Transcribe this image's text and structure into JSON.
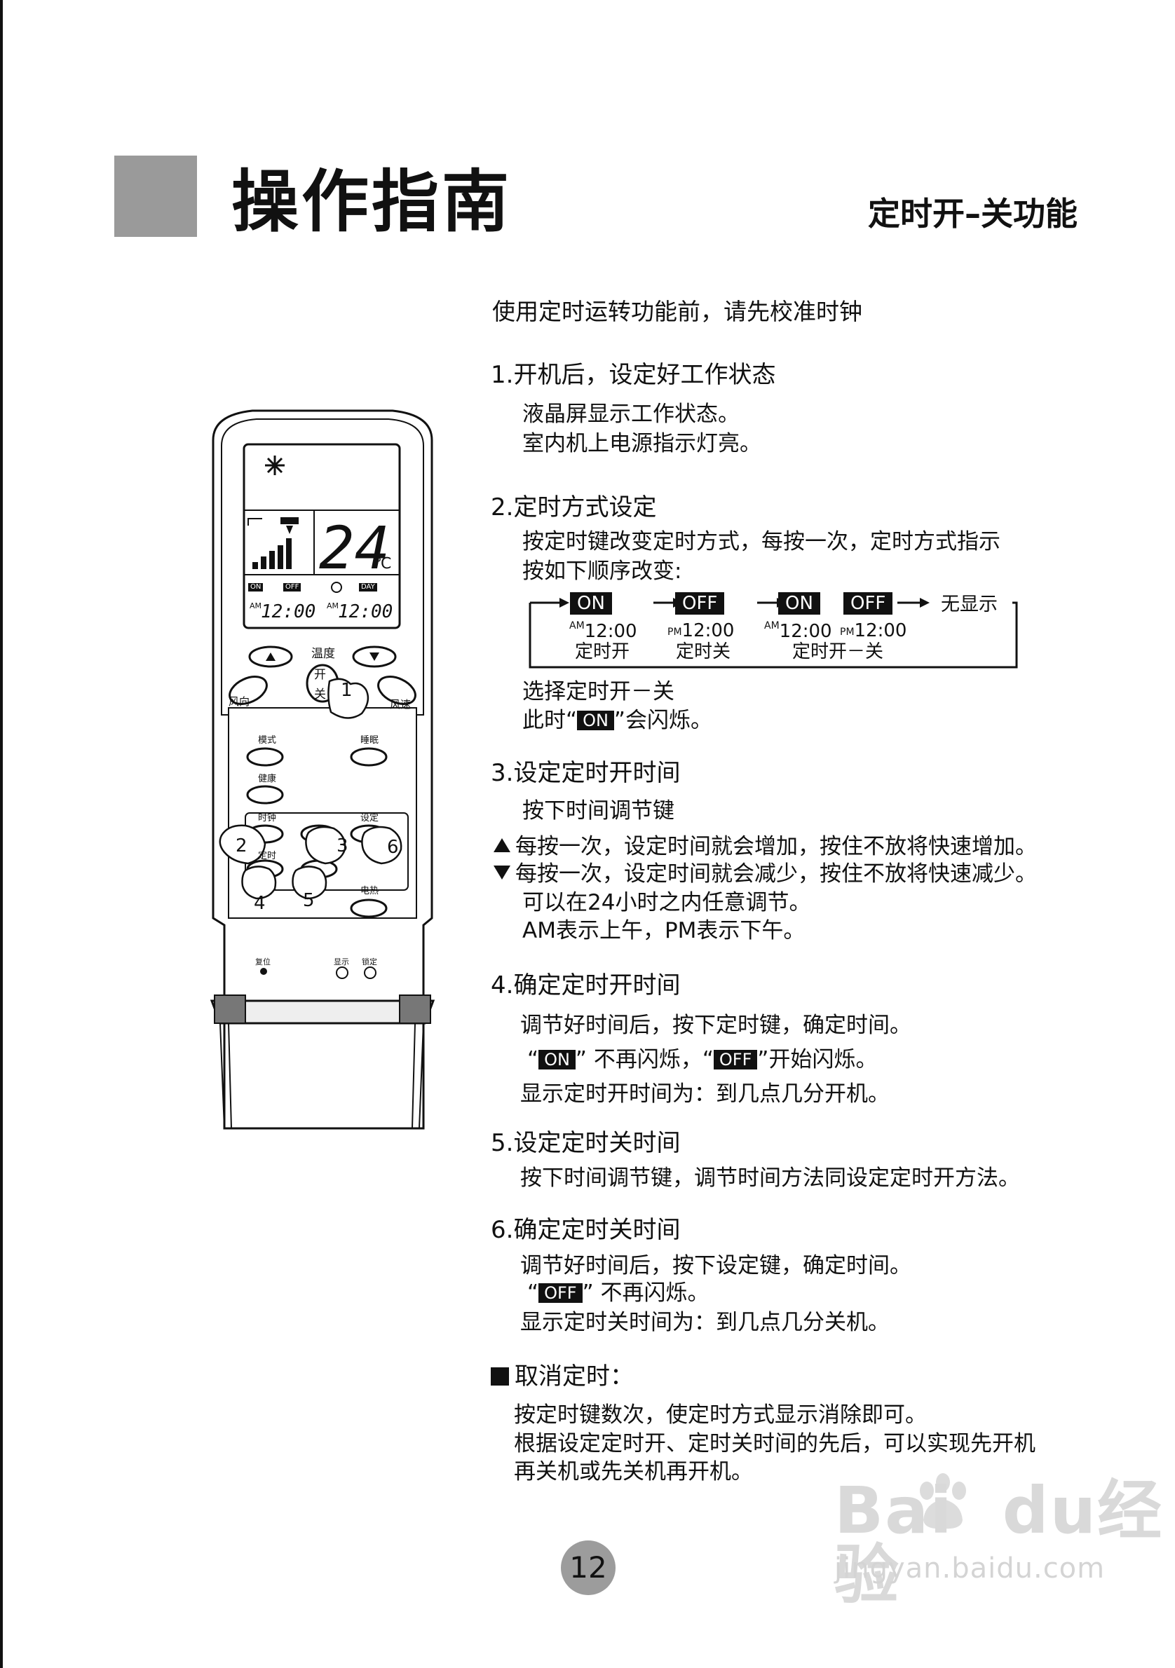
{
  "header": {
    "title": "操作指南",
    "subtitle": "定时开–关功能"
  },
  "intro": "使用定时运转功能前，请先校准时钟",
  "steps": {
    "s1": {
      "heading": "1.开机后，设定好工作状态",
      "lines": [
        "液晶屏显示工作状态。",
        "室内机上电源指示灯亮。"
      ]
    },
    "s2": {
      "heading": "2.定时方式设定",
      "lines": [
        "按定时键改变定时方式，每按一次，定时方式指示",
        "按如下顺序改变:"
      ],
      "sequence": {
        "on": "ON",
        "off": "OFF",
        "none": "无显示",
        "am": "AM",
        "pm": "PM",
        "time": "12:00",
        "label_on": "定时开",
        "label_off": "定时关",
        "label_onoff": "定时开－关"
      },
      "after_1": "选择定时开－关",
      "after_2_pre": "此时“",
      "after_2_badge": "ON",
      "after_2_post": "”会闪烁。"
    },
    "s3": {
      "heading": "3.设定定时开时间",
      "lines": [
        "按下时间调节键"
      ],
      "up": "每按一次，设定时间就会增加，按住不放将快速增加。",
      "down": "每按一次，设定时间就会减少，按住不放将快速减少。",
      "extra": [
        "可以在24小时之内任意调节。",
        "AM表示上午，PM表示下午。"
      ]
    },
    "s4": {
      "heading": "4.确定定时开时间",
      "line1": "调节好时间后，按下定时键，确定时间。",
      "q1": "“",
      "badge_on": "ON",
      "mid": "” 不再闪烁，“",
      "badge_off": "OFF",
      "end": "”开始闪烁。",
      "line3": "显示定时开时间为：到几点几分开机。"
    },
    "s5": {
      "heading": "5.设定定时关时间",
      "line1": "按下时间调节键，调节时间方法同设定定时开方法。"
    },
    "s6": {
      "heading": "6.确定定时关时间",
      "line1": "调节好时间后，按下设定键，确定时间。",
      "q1": "“",
      "badge_off": "OFF",
      "end": "” 不再闪烁。",
      "line3": "显示定时关时间为：到几点几分关机。"
    },
    "cancel": {
      "heading": "取消定时：",
      "lines": [
        "按定时键数次，使定时方式显示消除即可。",
        "根据设定定时开、定时关时间的先后，可以实现先开机",
        "再关机或先关机再开机。"
      ]
    }
  },
  "remote": {
    "display": {
      "temp": "24",
      "unit": "℃",
      "on": "ON",
      "off": "OFF",
      "day": "DAY",
      "am": "AM",
      "time": "12:00"
    },
    "buttons": {
      "temp": "温度",
      "power_1": "开",
      "power_2": "关",
      "wind_dir": "风向",
      "wind_speed": "风速",
      "mode": "模式",
      "sleep": "睡眠",
      "health": "健康",
      "clock": "时钟",
      "set": "设定",
      "timer": "定时",
      "heat": "电热",
      "reset": "复位",
      "show": "显示",
      "lock": "锁定"
    },
    "callouts": [
      "1",
      "2",
      "3",
      "4",
      "5",
      "6"
    ]
  },
  "page_number": "12",
  "watermark": {
    "brand": "Bai",
    "brand2": "du",
    "product": "经验",
    "url": "jingyan.baidu.com"
  }
}
